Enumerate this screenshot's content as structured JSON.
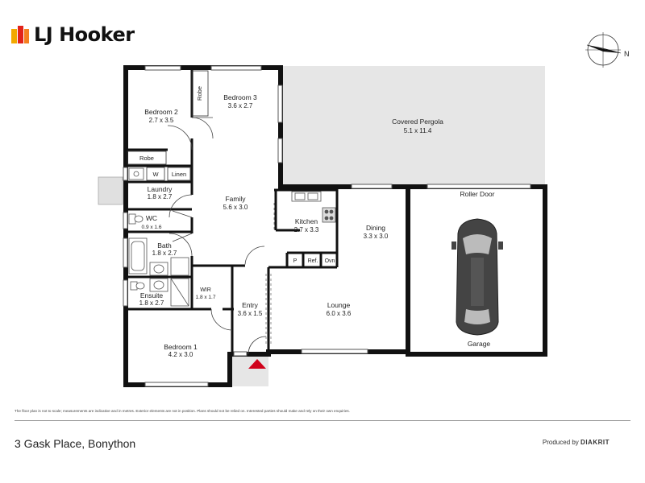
{
  "header": {
    "brand": "LJ Hooker"
  },
  "compass": {
    "north_label": "N"
  },
  "rooms": [
    {
      "id": "bedroom2",
      "name": "Bedroom 2",
      "size": "2.7 x 3.5"
    },
    {
      "id": "bedroom3",
      "name": "Bedroom 3",
      "size": "3.6 x 2.7"
    },
    {
      "id": "pergola",
      "name": "Covered Pergola",
      "size": "5.1 x 11.4"
    },
    {
      "id": "laundry",
      "name": "Laundry",
      "size": "1.8 x 2.7"
    },
    {
      "id": "family",
      "name": "Family",
      "size": "5.6 x 3.0"
    },
    {
      "id": "wc",
      "name": "WC",
      "size": "0.9 x 1.6"
    },
    {
      "id": "kitchen",
      "name": "Kitchen",
      "size": "2.7 x 3.3"
    },
    {
      "id": "dining",
      "name": "Dining",
      "size": "3.3 x 3.0"
    },
    {
      "id": "bath",
      "name": "Bath",
      "size": "1.8 x 2.7"
    },
    {
      "id": "ensuite",
      "name": "Ensuite",
      "size": "1.8 x 2.7"
    },
    {
      "id": "wir",
      "name": "WIR",
      "size": "1.8 x 1.7"
    },
    {
      "id": "entry",
      "name": "Entry",
      "size": "3.6 x 1.5"
    },
    {
      "id": "lounge",
      "name": "Lounge",
      "size": "6.0 x 3.6"
    },
    {
      "id": "bedroom1",
      "name": "Bedroom 1",
      "size": "4.2 x 3.0"
    }
  ],
  "fixtures": {
    "robe_vertical": "Robe",
    "robe_horizontal": "Robe",
    "w": "W",
    "linen": "Linen",
    "p": "P",
    "ref": "Ref.",
    "ovn": "Ovn",
    "roller_door": "Roller Door",
    "garage": "Garage"
  },
  "footer": {
    "disclaimer": "The floor plan is not to scale; measurements are indicative and in metres. Exterior elements are not in position. Plans should not be relied on. Interested parties should make and rely on their own enquiries.",
    "address": "3 Gask Place, Bonython",
    "produced_by": "Produced by",
    "producer_name": "DIAKRIT"
  }
}
